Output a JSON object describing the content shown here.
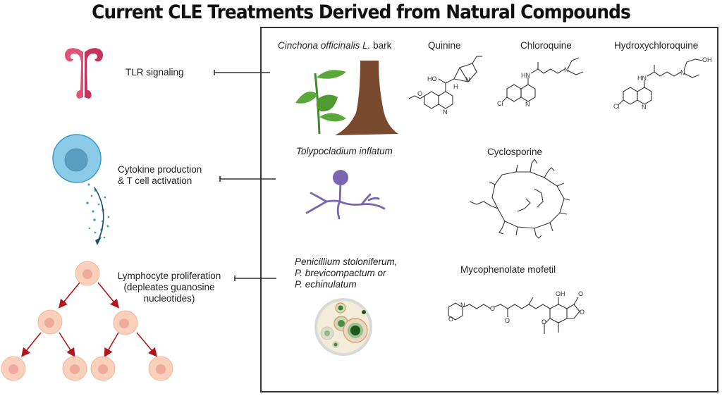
{
  "title": "Current CLE Treatments Derived from Natural Compounds",
  "processes": [
    {
      "label": "TLR signaling",
      "icon": "tlr-receptor-icon"
    },
    {
      "label_line1": "Cytokine production",
      "label_line2": "& T cell activation",
      "icon": "t-cell-icon"
    },
    {
      "label_line1": "Lymphocyte proliferation",
      "label_line2": "(depleates guanosine",
      "label_line3": "nucleotides)",
      "icon": "lymphocyte-division-icon"
    }
  ],
  "sources": [
    {
      "name_italic": "Cinchona officinalis L.",
      "name_suffix": " bark",
      "icon": "cinchona-plant-icon"
    },
    {
      "name_italic": "Tolypocladium inflatum",
      "icon": "fungus-icon"
    },
    {
      "line1": "Penicillium stoloniferum,",
      "line2": "P. brevicompactum or",
      "line3": "P. echinulatum",
      "icon": "petri-dish-icon"
    }
  ],
  "compounds": {
    "quinine": "Quinine",
    "chloroquine": "Chloroquine",
    "hydroxychloroquine": "Hydroxychloroquine",
    "cyclosporine": "Cyclosporine",
    "mycophenolate": "Mycophenolate mofetil"
  },
  "atoms": {
    "HO": "HO",
    "H": "H",
    "N": "N",
    "O": "O",
    "HN": "HN",
    "Cl": "Cl",
    "OH": "OH"
  },
  "colors": {
    "tlr": "#d9416a",
    "tcell": "#8ccbe8",
    "lymphocyte": "#f6cdb6",
    "arrow": "#b3161b",
    "fungus": "#7a66b0",
    "leaf": "#5aa83a",
    "trunk": "#7a4a2e"
  }
}
